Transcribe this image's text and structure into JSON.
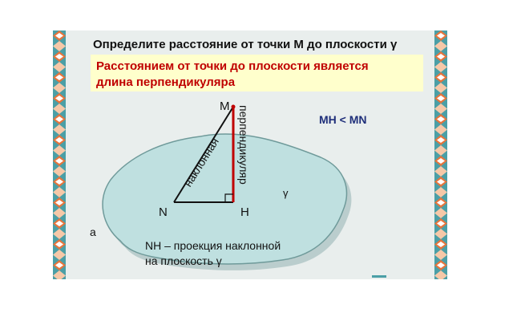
{
  "slide": {
    "title": "Определите расстояние от точки М до плоскости γ",
    "definition": {
      "line1": "Расстоянием от точки до плоскости является",
      "line2": "длина перпендикуляра"
    },
    "comparison": "MH < MN",
    "points": {
      "m": "M",
      "n": "N",
      "h": "H"
    },
    "segment_labels": {
      "inclined": "наклонная",
      "perpendicular": "перпендикуляр"
    },
    "plane_labels": {
      "gamma": "γ",
      "alpha": "a"
    },
    "caption": {
      "line1": "NH – проекция наклонной",
      "line2": "на плоскость γ"
    },
    "colors": {
      "perpendicular": "#c00000",
      "plane_fill": "#bfe0e0",
      "definition_bg": "#ffffcc",
      "definition_text": "#c00000",
      "comparison_text": "#1f2f7a",
      "border_orange": "#e8743b",
      "border_teal": "#4b9fa6"
    }
  }
}
